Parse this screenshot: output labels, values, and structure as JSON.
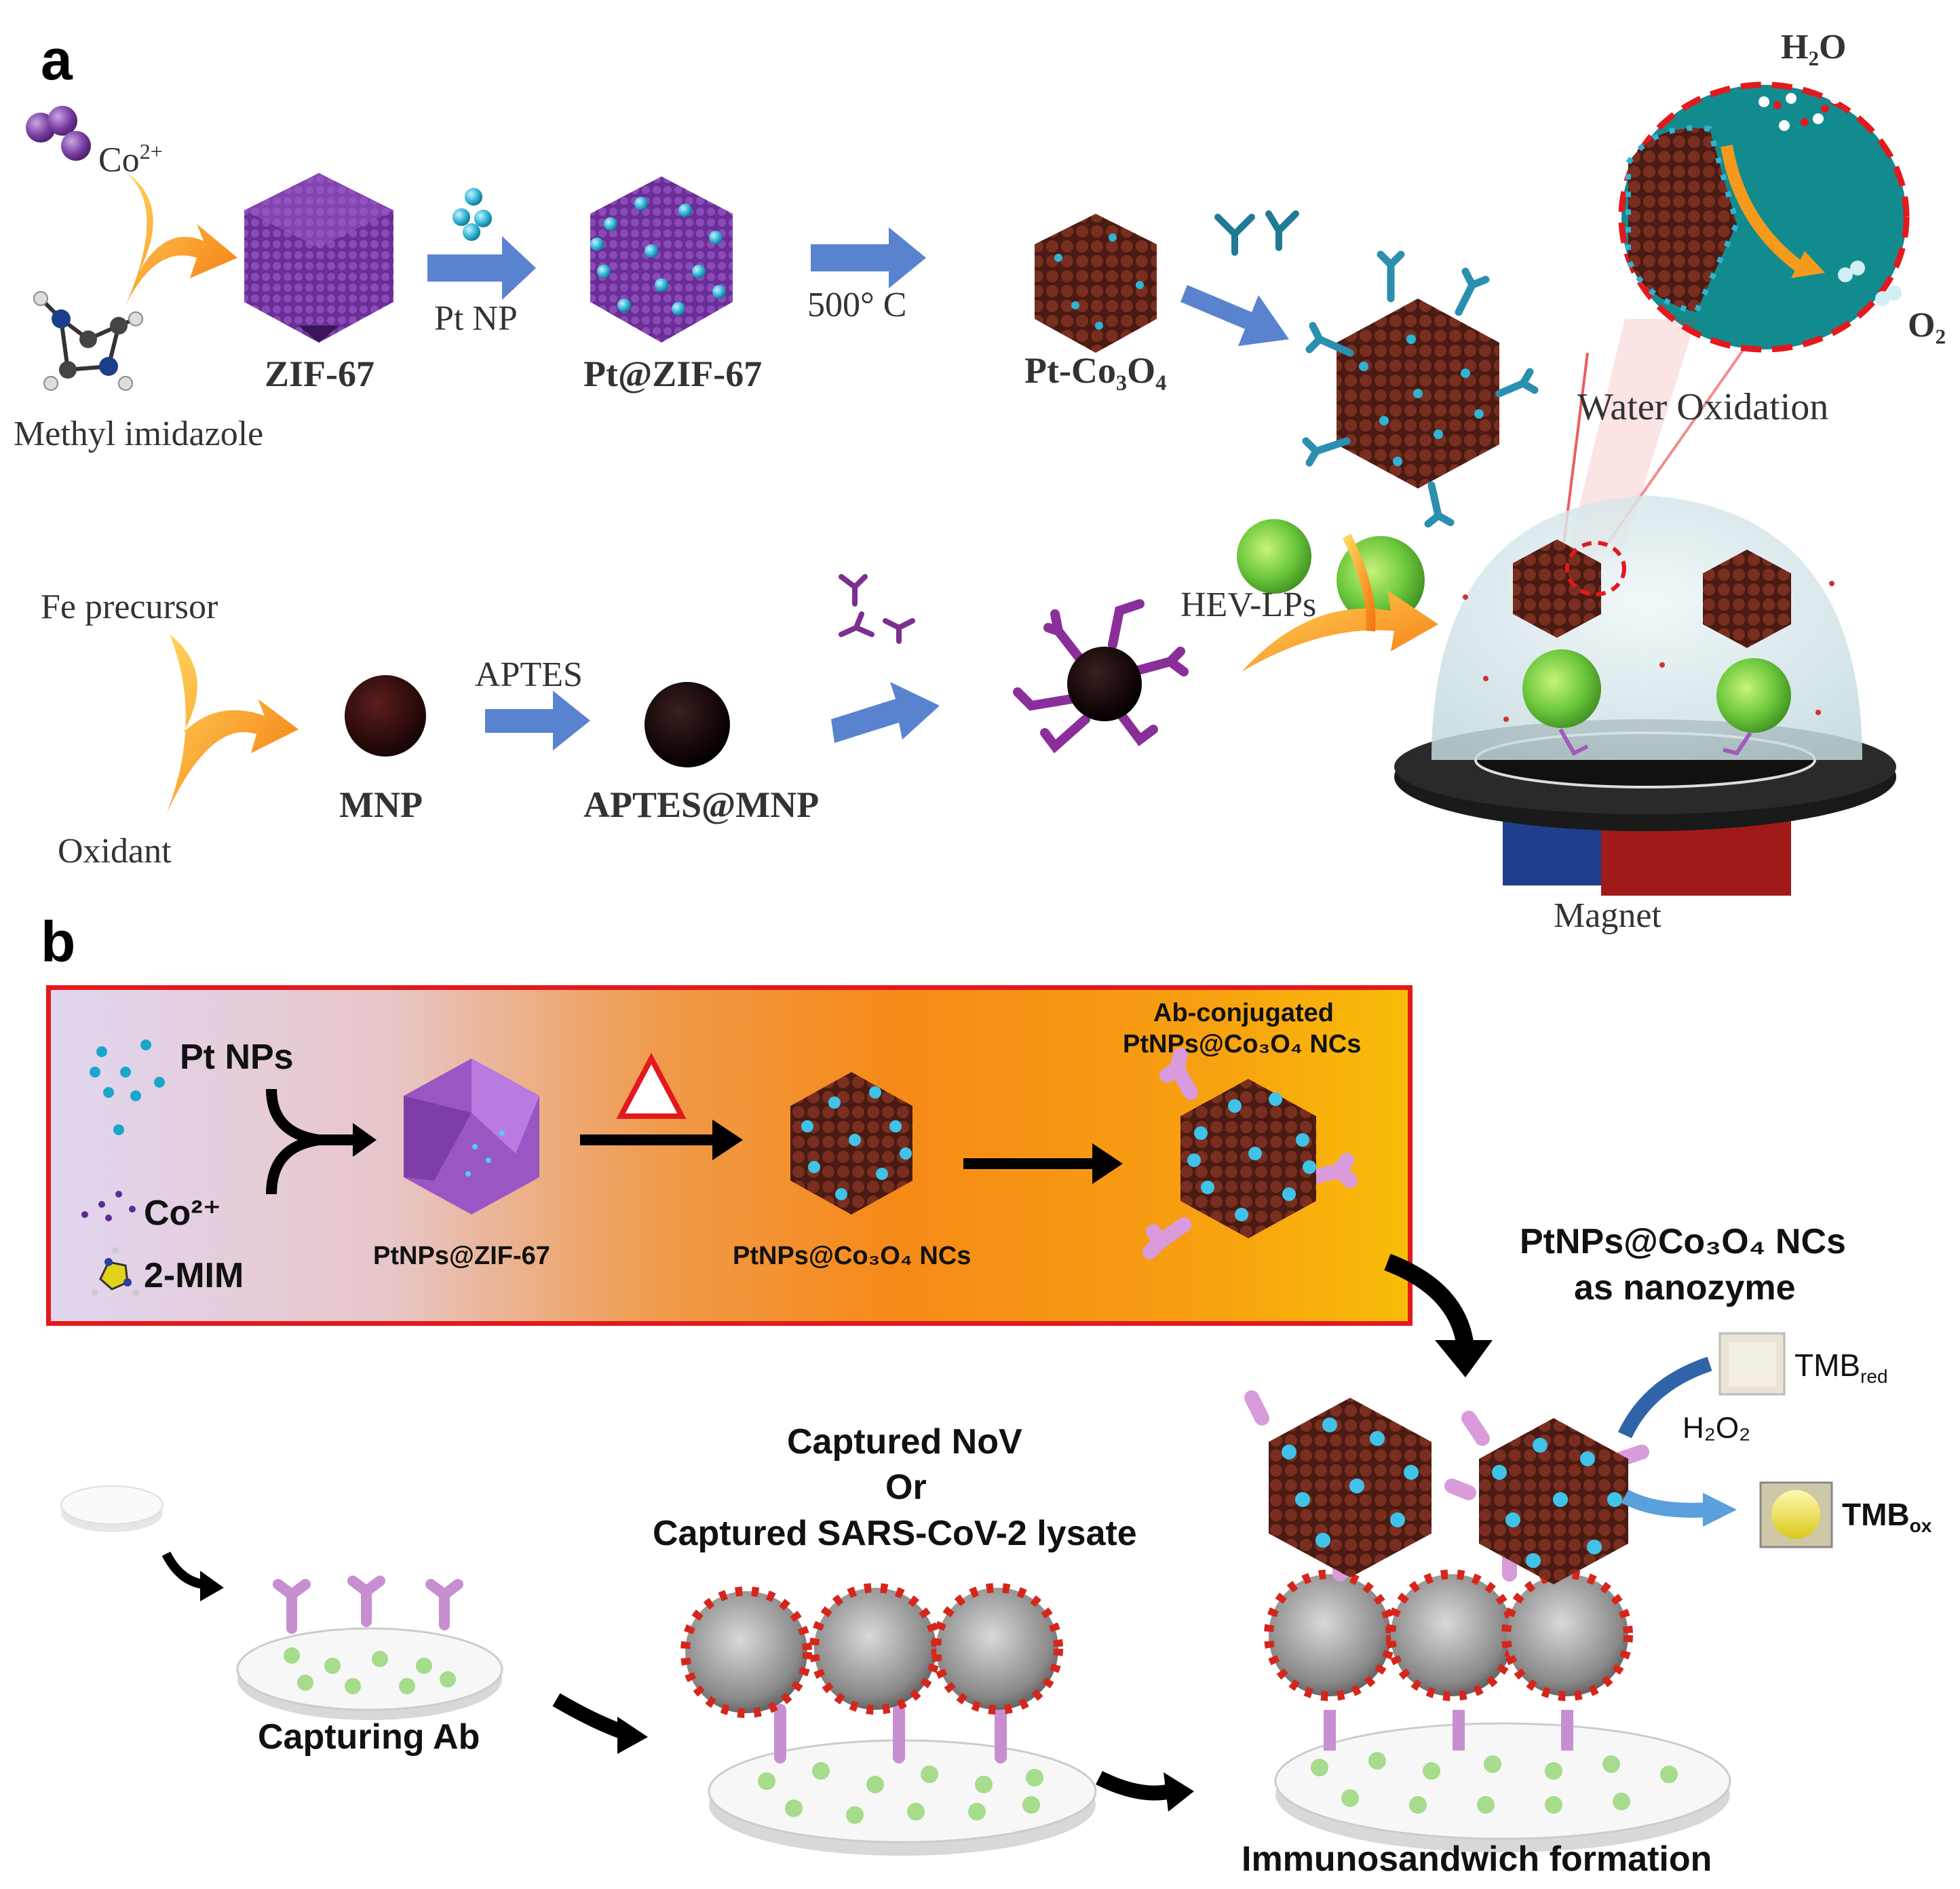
{
  "panel_a": {
    "letter": "a",
    "co2": "Co",
    "co2_sup": "2+",
    "methyl_imidazole": "Methyl imidazole",
    "zif67": "ZIF-67",
    "pt_np": "Pt NP",
    "pt_zif67": "Pt@ZIF-67",
    "temp": "500° C",
    "pt_co3o4": "Pt-Co₃O₄",
    "h2o": "H₂O",
    "o2": "O₂",
    "water_oxidation": "Water Oxidation",
    "fe_precursor": "Fe precursor",
    "oxidant": "Oxidant",
    "mnp": "MNP",
    "aptes": "APTES",
    "aptes_mnp": "APTES@MNP",
    "hev_lps": "HEV-LPs",
    "magnet": "Magnet"
  },
  "panel_b": {
    "letter": "b",
    "pt_nps": "Pt NPs",
    "co2": "Co²⁺",
    "mim": "2-MIM",
    "ptnps_zif67": "PtNPs@ZIF-67",
    "ptnps_co3o4": "PtNPs@Co₃O₄ NCs",
    "ab_conj_1": "Ab-conjugated",
    "ab_conj_2": "PtNPs@Co₃O₄ NCs",
    "nanozyme_1": "PtNPs@Co₃O₄ NCs",
    "nanozyme_2": "as nanozyme",
    "tmb_red": "TMB",
    "tmb_red_sub": "red",
    "h2o2": "H₂O₂",
    "tmb_ox": "TMB",
    "tmb_ox_sub": "ox",
    "captured_1": "Captured NoV",
    "captured_2": "Or",
    "captured_3": "Captured SARS-CoV-2 lysate",
    "capturing_ab": "Capturing Ab",
    "immunosandwich": "Immunosandwich formation"
  },
  "colors": {
    "arrow_blue": "#5a83cf",
    "zif_purple": "#7b3fa6",
    "co3o4_brown": "#6b2a1e",
    "pt_cyan": "#2fb4d6",
    "teal_bg": "#138f8f",
    "red_box": "#e3191d",
    "virus_red": "#d6261b",
    "green_dot": "#b8e3a5"
  }
}
